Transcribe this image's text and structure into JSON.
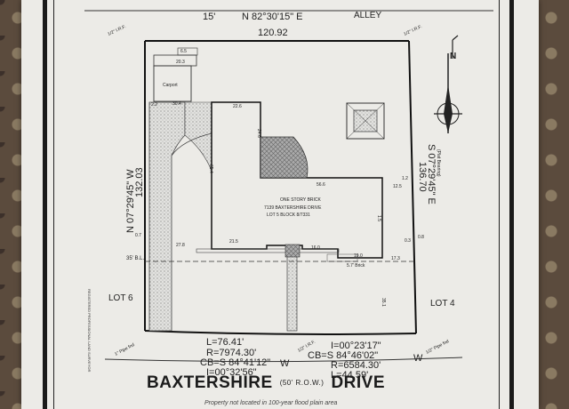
{
  "top": {
    "width_15": "15'",
    "bearing": "N 82°30'15\" E",
    "distance": "120.92",
    "alley": "ALLEY",
    "corner_left": "1/2\" I.R.F.",
    "corner_right": "1/2\" I.R.F."
  },
  "left_boundary": {
    "bearing": "N 07°29'45\" W",
    "distance": "132.03"
  },
  "right_boundary": {
    "bearing": "S 07°29'45\" E",
    "distance": "136.70",
    "note": "(Plat Bearing)"
  },
  "house": {
    "line1": "ONE STORY BRICK",
    "line2": "7139 BAXTERSHIRE DRIVE",
    "line3": "LOT 5 BLOCK 8/7331"
  },
  "lots": {
    "left": "LOT 6",
    "right": "LOT 4"
  },
  "carport": "Carport",
  "dims": [
    "22.6",
    "24.6",
    "65.4",
    "56.6",
    "12.5",
    "27.8",
    "21.5",
    "16.0",
    "19.0",
    "35.1",
    "30.4",
    "20.3",
    "1.2",
    "0.7",
    "0.3",
    "0.8",
    "1.5",
    "2.2",
    "6.5"
  ],
  "setback": "35' B.L.",
  "setback_right": "17.3",
  "brick": "5.7' Brick",
  "curve_left": {
    "L": "L=76.41'",
    "R": "R=7974.30'",
    "CB": "CB=S 84°41'12\"",
    "W": "W",
    "I": "I=00°32'56\""
  },
  "curve_right": {
    "I": "I=00°23'17\"",
    "CB": "CB=S 84°46'02\"",
    "W": "W",
    "R": "R=6584.30'",
    "L": "L=44.59'"
  },
  "pipe_left": "1\" Pipe fnd",
  "pipe_right": "1/2\" Pipe fnd",
  "irf_bottom": "1/2\" I.R.F.",
  "street": {
    "name_a": "BAXTERSHIRE",
    "rw": "(50' R.O.W.)",
    "name_b": "DRIVE"
  },
  "flood": "Property not located in 100-year flood plain area",
  "north": "N"
}
